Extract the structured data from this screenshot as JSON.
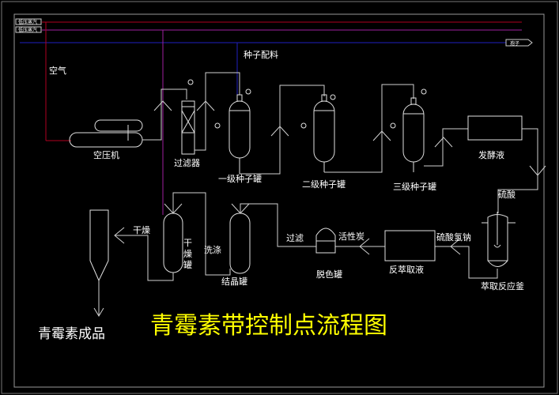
{
  "title": "青霉素带控制点流程图",
  "product_label": "青霉素成品",
  "utility_lines": {
    "steam_1": "低压蒸汽",
    "steam_2": "低压蒸汽",
    "spore": "孢子"
  },
  "labels": {
    "air": "空气",
    "seed_ingredients": "种子配料",
    "compressor": "空压机",
    "filter": "过滤器",
    "seed_tank_1": "一级种子罐",
    "seed_tank_2": "二级种子罐",
    "seed_tank_3": "三级种子罐",
    "fermentation_broth": "发酵液",
    "sulfuric_acid": "硫酸",
    "extraction_reactor": "萃取反应釜",
    "sodium_bisulfate": "硫酸氢钠",
    "back_extract": "反萃取液",
    "activated_carbon": "活性炭",
    "decolor_tank": "脱色罐",
    "filtration": "过滤",
    "crystallization_tank": "结晶罐",
    "washing": "洗涤",
    "drying": "干燥",
    "drying_tank_1": "干",
    "drying_tank_2": "燥",
    "drying_tank_3": "罐"
  },
  "colors": {
    "background": "#000000",
    "title": "#ffff00",
    "steam_line_1": "#b00020",
    "steam_line_2": "#a020a0",
    "spore_line": "#2020c0",
    "equipment": "#e0e0e0"
  }
}
